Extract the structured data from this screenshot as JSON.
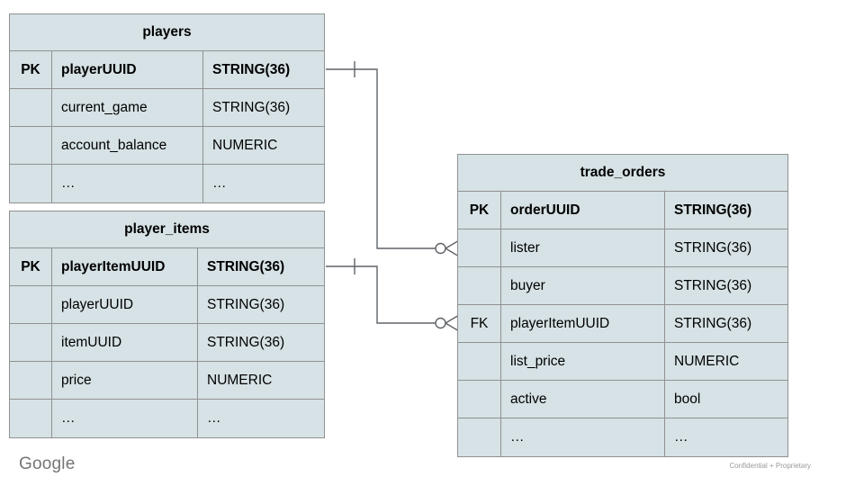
{
  "slide": {
    "type": "entity-relationship-diagram",
    "footer": {
      "logo_text": "Google",
      "confidential_text": "Confidential + Proprietary"
    }
  },
  "colors": {
    "cell_fill": "#d6e2e5",
    "border": "#919191",
    "connector": "#5f6368",
    "text": "#000000",
    "logo_gray": "#757575",
    "footer_gray": "#9a9a9a",
    "slide_bg": "#ffffff"
  },
  "tables": [
    {
      "id": "players",
      "title": "players",
      "rows": [
        {
          "key": "PK",
          "name": "playerUUID",
          "type": "STRING(36)",
          "bold": true
        },
        {
          "key": "",
          "name": "current_game",
          "type": "STRING(36)"
        },
        {
          "key": "",
          "name": "account_balance",
          "type": "NUMERIC"
        },
        {
          "key": "",
          "name": "…",
          "type": "…"
        }
      ]
    },
    {
      "id": "player_items",
      "title": "player_items",
      "rows": [
        {
          "key": "PK",
          "name": "playerItemUUID",
          "type": "STRING(36)",
          "bold": true
        },
        {
          "key": "",
          "name": "playerUUID",
          "type": "STRING(36)"
        },
        {
          "key": "",
          "name": "itemUUID",
          "type": "STRING(36)"
        },
        {
          "key": "",
          "name": "price",
          "type": "NUMERIC"
        },
        {
          "key": "",
          "name": "…",
          "type": "…"
        }
      ]
    },
    {
      "id": "trade_orders",
      "title": "trade_orders",
      "rows": [
        {
          "key": "PK",
          "name": "orderUUID",
          "type": "STRING(36)",
          "bold": true
        },
        {
          "key": "",
          "name": "lister",
          "type": "STRING(36)"
        },
        {
          "key": "",
          "name": "buyer",
          "type": "STRING(36)"
        },
        {
          "key": "FK",
          "name": "playerItemUUID",
          "type": "STRING(36)"
        },
        {
          "key": "",
          "name": "list_price",
          "type": "NUMERIC"
        },
        {
          "key": "",
          "name": "active",
          "type": "bool"
        },
        {
          "key": "",
          "name": "…",
          "type": "…"
        }
      ]
    }
  ],
  "relationships": [
    {
      "from": "players.playerUUID",
      "to": "trade_orders.lister",
      "from_cardinality": "one",
      "to_cardinality": "zero-or-many"
    },
    {
      "from": "player_items.playerItemUUID",
      "to": "trade_orders.playerItemUUID",
      "from_cardinality": "one",
      "to_cardinality": "zero-or-many"
    }
  ]
}
